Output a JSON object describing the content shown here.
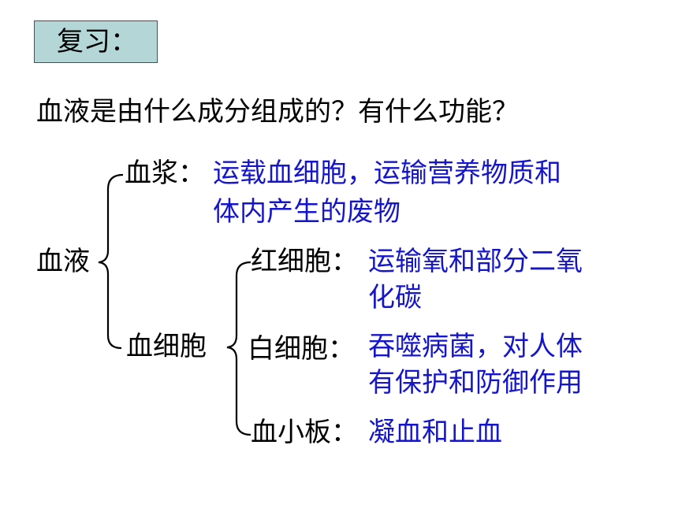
{
  "title_box": {
    "label": "复习："
  },
  "question": "血液是由什么成分组成的？有什么功能？",
  "root": "血液",
  "plasma": {
    "label": "血浆：",
    "function_line1": "运载血细胞，运输营养物质和",
    "function_line2": "体内产生的废物"
  },
  "blood_cells": {
    "label": "血细胞",
    "red": {
      "label": "红细胞：",
      "function_line1": "运输氧和部分二氧",
      "function_line2": "化碳"
    },
    "white": {
      "label": "白细胞：",
      "function_line1": "吞噬病菌，对人体",
      "function_line2": "有保护和防御作用"
    },
    "platelet": {
      "label": "血小板：",
      "function_line1": "凝血和止血"
    }
  },
  "colors": {
    "function_text": "#1515cc",
    "box_fill": "#b4d6d6"
  }
}
